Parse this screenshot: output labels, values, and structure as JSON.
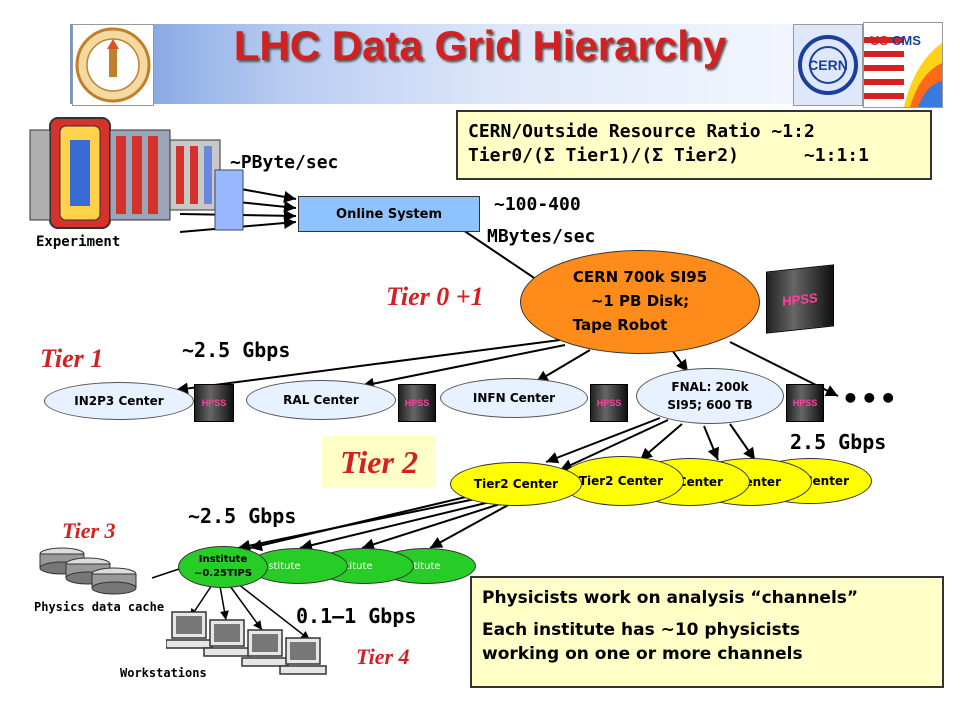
{
  "title": "LHC Data Grid Hierarchy",
  "ratio_box": {
    "line1": "CERN/Outside Resource Ratio ~1:2",
    "line2": "Tier0/(Σ Tier1)/(Σ Tier2)      ~1:1:1"
  },
  "labels": {
    "pbyte": "~PByte/sec",
    "experiment": "Experiment",
    "online_system": "Online System",
    "mbytes_1": "~100-400",
    "mbytes_2": "MBytes/sec",
    "gbps_tier1": "~2.5 Gbps",
    "gbps_fnal": "2.5 Gbps",
    "gbps_tier2": "~2.5 Gbps",
    "gbps_tier4": "0.1–1 Gbps",
    "physics_cache": "Physics data cache",
    "workstations": "Workstations",
    "ellipsis": "•••"
  },
  "tiers": {
    "tier01": "Tier 0 +1",
    "tier1": "Tier 1",
    "tier2": "Tier 2",
    "tier3": "Tier 3",
    "tier4": "Tier 4"
  },
  "cern": {
    "line1": "CERN 700k SI95",
    "line2": "~1 PB Disk;",
    "line3": "Tape Robot"
  },
  "tier1_centers": {
    "in2p3": "IN2P3 Center",
    "ral": "RAL Center",
    "infn": "INFN Center",
    "fnal_1": "FNAL: 200k",
    "fnal_2": "SI95; 600 TB"
  },
  "tier2_centers": {
    "front": "Tier2 Center",
    "c1": "Tier2 Center",
    "c2": "Tier2 Center",
    "c3": "Tier2 Center",
    "c4": "Tier2 Center"
  },
  "institutes": {
    "front_1": "Institute",
    "front_2": "~0.25TIPS",
    "i1": "Institute",
    "i2": "Institute",
    "i3": "Institute"
  },
  "hpss": "HPSS",
  "physicists_box": {
    "line1": "Physicists work on analysis “channels”",
    "line2": "Each institute has ~10 physicists",
    "line3": "working on one or more channels"
  },
  "colors": {
    "title": "#d42020",
    "tier_label": "#d42020",
    "center_fill": "#ffff00",
    "institute_fill": "#27cc27",
    "cern_fill": "#ff8c1a",
    "info_box": "#ffffc8"
  }
}
